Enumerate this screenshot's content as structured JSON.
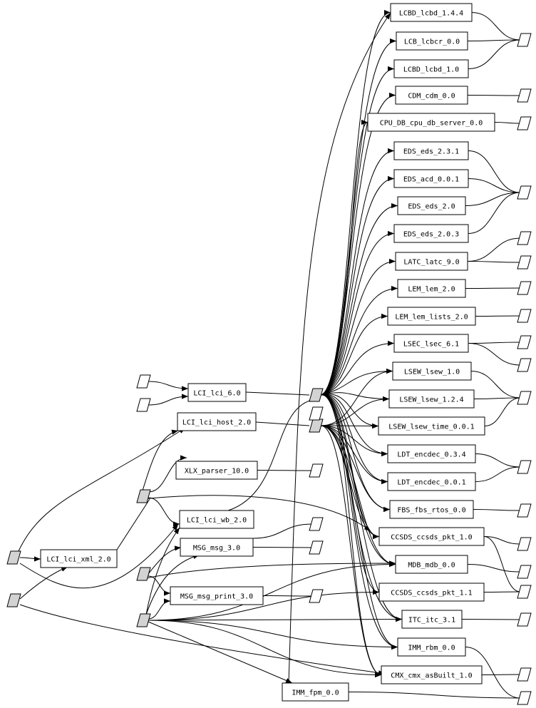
{
  "diagram": {
    "type": "dependency-graph",
    "colors": {
      "stroke": "#000000",
      "box_fill": "#ffffff",
      "hub_fill": "#d3d3d3",
      "port_fill": "#ffffff"
    },
    "packages": [
      {
        "id": "lcbd144",
        "label": "LCBD_lcbd_1.4.4"
      },
      {
        "id": "lcbcr",
        "label": "LCB_lcbcr_0.0"
      },
      {
        "id": "lcbd10",
        "label": "LCBD_lcbd_1.0"
      },
      {
        "id": "cdm",
        "label": "CDM_cdm_0.0"
      },
      {
        "id": "cpudb",
        "label": "CPU_DB_cpu_db_server_0.0"
      },
      {
        "id": "eds231",
        "label": "EDS_eds_2.3.1"
      },
      {
        "id": "edsacd",
        "label": "EDS_acd_0.0.1"
      },
      {
        "id": "eds20",
        "label": "EDS_eds_2.0"
      },
      {
        "id": "eds203",
        "label": "EDS_eds_2.0.3"
      },
      {
        "id": "latc",
        "label": "LATC_latc_9.0"
      },
      {
        "id": "lem",
        "label": "LEM_lem_2.0"
      },
      {
        "id": "lemlists",
        "label": "LEM_lem_lists_2.0"
      },
      {
        "id": "lsec",
        "label": "LSEC_lsec_6.1"
      },
      {
        "id": "lsew10",
        "label": "LSEW_lsew_1.0"
      },
      {
        "id": "lsew124",
        "label": "LSEW_lsew_1.2.4"
      },
      {
        "id": "lsewtime",
        "label": "LSEW_lsew_time_0.0.1"
      },
      {
        "id": "ldt034",
        "label": "LDT_encdec_0.3.4"
      },
      {
        "id": "ldt001",
        "label": "LDT_encdec_0.0.1"
      },
      {
        "id": "fbs",
        "label": "FBS_fbs_rtos_0.0"
      },
      {
        "id": "ccsds10",
        "label": "CCSDS_ccsds_pkt_1.0"
      },
      {
        "id": "mdb",
        "label": "MDB_mdb_0.0"
      },
      {
        "id": "ccsds11",
        "label": "CCSDS_ccsds_pkt_1.1"
      },
      {
        "id": "itc",
        "label": "ITC_itc_3.1"
      },
      {
        "id": "immrbm",
        "label": "IMM_rbm_0.0"
      },
      {
        "id": "cmx",
        "label": "CMX_cmx_asBuilt_1.0"
      },
      {
        "id": "immfpm",
        "label": "IMM_fpm_0.0"
      },
      {
        "id": "lci6",
        "label": "LCI_lci_6.0"
      },
      {
        "id": "lcihost",
        "label": "LCI_lci_host_2.0"
      },
      {
        "id": "xlx",
        "label": "XLX_parser_10.0"
      },
      {
        "id": "lciwb",
        "label": "LCI_lci_wb_2.0"
      },
      {
        "id": "msg",
        "label": "MSG_msg_3.0"
      },
      {
        "id": "msgprint",
        "label": "MSG_msg_print_3.0"
      },
      {
        "id": "lcixml",
        "label": "LCI_lci_xml_2.0"
      }
    ],
    "hubs": [
      "hub-a",
      "hub-b",
      "hub-c",
      "hub-d",
      "hub-e",
      "hub-f",
      "hub-g"
    ],
    "ports": [
      "port-1",
      "port-2",
      "port-3",
      "port-4",
      "port-5",
      "port-6",
      "port-7",
      "port-8",
      "port-9",
      "port-10",
      "port-11",
      "port-12",
      "port-13",
      "port-14",
      "port-15",
      "port-16",
      "port-17",
      "port-18",
      "port-19",
      "port-20",
      "port-21",
      "port-22",
      "port-23",
      "port-24",
      "port-25",
      "port-26"
    ]
  }
}
